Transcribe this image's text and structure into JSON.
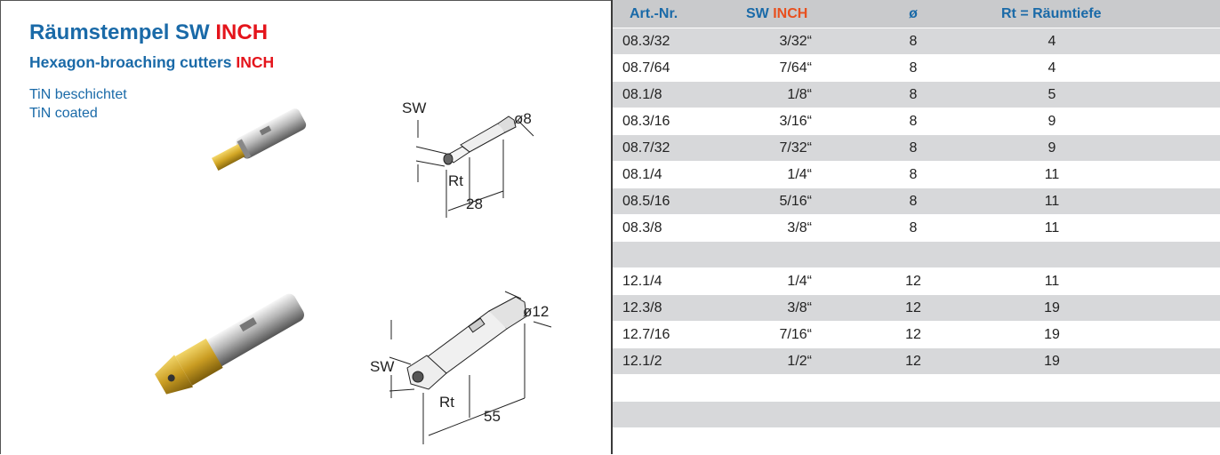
{
  "product": {
    "title_main": "Räumstempel SW ",
    "title_accent": "INCH",
    "subtitle_main": "Hexagon-broaching cutters ",
    "subtitle_accent": "INCH",
    "coating_de": "TiN beschichtet",
    "coating_en": "TiN coated"
  },
  "drawing_small": {
    "label_sw": "SW",
    "label_dia": "ø8",
    "label_rt": "Rt",
    "label_len": "28"
  },
  "drawing_large": {
    "label_sw": "SW",
    "label_dia": "ø12",
    "label_rt": "Rt",
    "label_len": "55"
  },
  "table": {
    "headers": {
      "art": "Art.-Nr.",
      "sw_main": "SW ",
      "sw_accent": "INCH",
      "dia": "ø",
      "rt": "Rt = Räumtiefe"
    },
    "rows": [
      {
        "art": "08.3/32",
        "sw": "3/32“",
        "dia": "8",
        "rt": "4"
      },
      {
        "art": "08.7/64",
        "sw": "7/64“",
        "dia": "8",
        "rt": "4"
      },
      {
        "art": "08.1/8",
        "sw": "1/8“",
        "dia": "8",
        "rt": "5"
      },
      {
        "art": "08.3/16",
        "sw": "3/16“",
        "dia": "8",
        "rt": "9"
      },
      {
        "art": "08.7/32",
        "sw": "7/32“",
        "dia": "8",
        "rt": "9"
      },
      {
        "art": "08.1/4",
        "sw": "1/4“",
        "dia": "8",
        "rt": "11"
      },
      {
        "art": "08.5/16",
        "sw": "5/16“",
        "dia": "8",
        "rt": "11"
      },
      {
        "art": "08.3/8",
        "sw": "3/8“",
        "dia": "8",
        "rt": "11"
      },
      {
        "art": "",
        "sw": "",
        "dia": "",
        "rt": ""
      },
      {
        "art": "12.1/4",
        "sw": "1/4“",
        "dia": "12",
        "rt": "11"
      },
      {
        "art": "12.3/8",
        "sw": "3/8“",
        "dia": "12",
        "rt": "19"
      },
      {
        "art": "12.7/16",
        "sw": "7/16“",
        "dia": "12",
        "rt": "19"
      },
      {
        "art": "12.1/2",
        "sw": "1/2“",
        "dia": "12",
        "rt": "19"
      },
      {
        "art": "",
        "sw": "",
        "dia": "",
        "rt": ""
      },
      {
        "art": "",
        "sw": "",
        "dia": "",
        "rt": ""
      },
      {
        "art": "",
        "sw": "",
        "dia": "",
        "rt": ""
      }
    ]
  },
  "colors": {
    "brand_blue": "#1a6aa8",
    "accent_red": "#e4141b",
    "accent_orange": "#e8501e",
    "row_gray": "#d7d8da",
    "header_gray": "#c9cacc"
  }
}
